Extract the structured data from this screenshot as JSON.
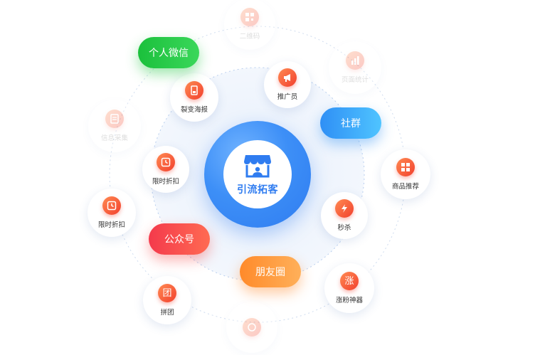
{
  "hub": {
    "title": "引流拓客"
  },
  "nodes": {
    "qrcode": {
      "label": "二维码"
    },
    "page_stats": {
      "label": "页面统计"
    },
    "promoter": {
      "label": "推广员"
    },
    "poster": {
      "label": "裂变海报"
    },
    "info_collect": {
      "label": "信息采集"
    },
    "flash_discount_inner": {
      "label": "限时折扣"
    },
    "flash_discount_outer": {
      "label": "限时折扣"
    },
    "recommend": {
      "label": "商品推荐"
    },
    "seckill": {
      "label": "秒杀"
    },
    "group_buy": {
      "label": "拼团",
      "glyph": "团"
    },
    "fans_booster": {
      "label": "涨粉神器",
      "glyph": "涨"
    }
  },
  "channels": {
    "wechat": {
      "label": "个人微信"
    },
    "community": {
      "label": "社群"
    },
    "official_account": {
      "label": "公众号"
    },
    "moments": {
      "label": "朋友圈"
    }
  },
  "colors": {
    "hub_blue": "#2f7cf0",
    "wechat_green": "#1bc03c",
    "community_blue": "#3a9cf7",
    "official_red": "#f4454d",
    "moments_orange": "#ff9a3c",
    "icon_red": "#f2402e"
  }
}
